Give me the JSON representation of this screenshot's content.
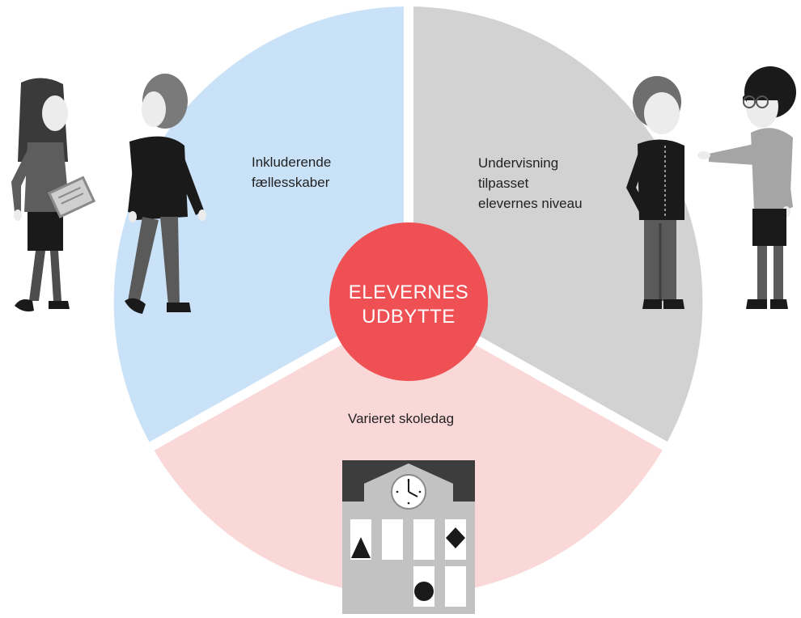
{
  "center": {
    "text": "ELEVERNES\nUDBYTTE",
    "color": "#ef5054"
  },
  "segments": [
    {
      "id": "inkluderende",
      "label": "Inkluderende\nfællesskaber",
      "color": "#c9e2f8"
    },
    {
      "id": "undervisning",
      "label": "Undervisning\ntilpasset\nelevernes niveau",
      "color": "#d2d2d3"
    },
    {
      "id": "varieret",
      "label": "Varieret skoledag",
      "color": "#fad8d8"
    }
  ],
  "icons": {
    "people_left": "students-walking-icon",
    "people_right": "student-and-teacher-icon",
    "school": "school-building-icon",
    "clock": "clock-icon"
  }
}
